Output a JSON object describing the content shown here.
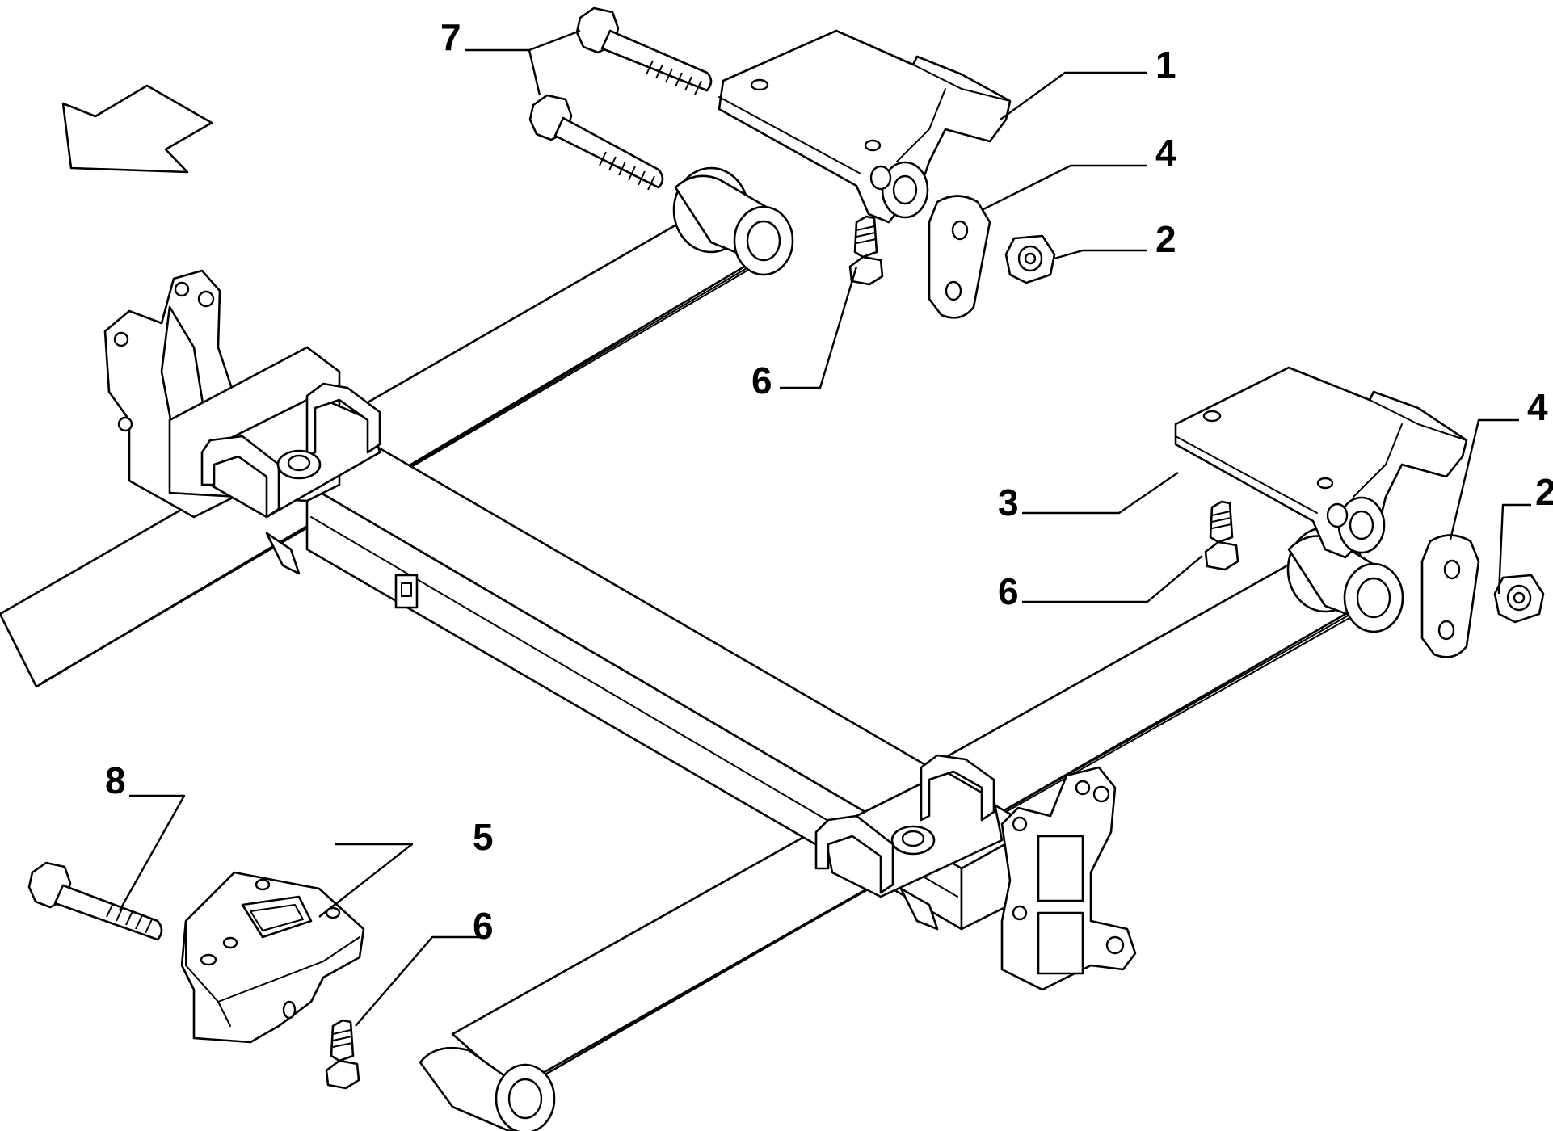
{
  "callouts": {
    "c1": "1",
    "c2a": "2",
    "c2b": "2",
    "c3": "3",
    "c4a": "4",
    "c4b": "4",
    "c5": "5",
    "c6a": "6",
    "c6b": "6",
    "c6c": "6",
    "c7": "7",
    "c8": "8"
  }
}
